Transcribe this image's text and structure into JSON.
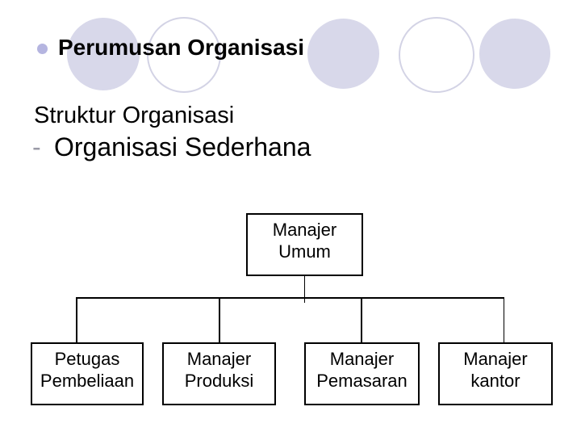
{
  "slide": {
    "title": "Perumusan Organisasi",
    "body": {
      "line1": "Struktur Organisasi",
      "sub_marker": "-",
      "sub_text": "Organisasi Sederhana"
    }
  },
  "org_chart": {
    "root": {
      "lines": [
        "Manajer",
        "Umum"
      ]
    },
    "children": [
      {
        "lines": [
          "Petugas",
          "Pembeliaan"
        ]
      },
      {
        "lines": [
          "Manajer",
          "Produksi"
        ]
      },
      {
        "lines": [
          "Manajer",
          "Pemasaran"
        ]
      },
      {
        "lines": [
          "Manajer",
          "kantor"
        ]
      }
    ]
  },
  "decor": {
    "filled_circle_color": "#d8d8ea",
    "outlined_circle_color": "#d3d3e5",
    "bullet_color": "#b5b5e0",
    "sub_marker_color": "#9a9aa6",
    "line_color": "#000000",
    "background_color": "#ffffff"
  }
}
